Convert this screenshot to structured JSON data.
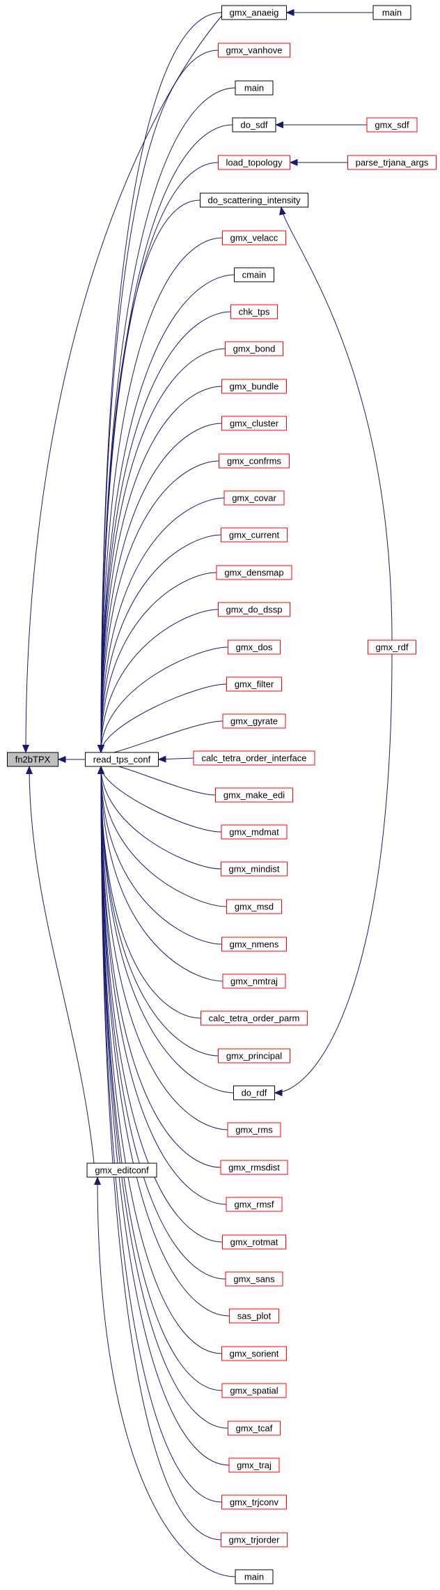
{
  "colors": {
    "edge": "#191970",
    "border_red": "#ff0000",
    "border_black": "#000000",
    "focus_fill": "#bfbfbf",
    "text": "#000000"
  },
  "nodes": [
    {
      "id": "fn2btpx",
      "label": "fn2bTPX",
      "style": "focus"
    },
    {
      "id": "read_tps_conf",
      "label": "read_tps_conf",
      "style": "black"
    },
    {
      "id": "gmx_editconf",
      "label": "gmx_editconf",
      "style": "black"
    },
    {
      "id": "gmx_anaeig",
      "label": "gmx_anaeig",
      "style": "black"
    },
    {
      "id": "gmx_vanhove",
      "label": "gmx_vanhove",
      "style": "red"
    },
    {
      "id": "main_1",
      "label": "main",
      "style": "black"
    },
    {
      "id": "do_sdf",
      "label": "do_sdf",
      "style": "black"
    },
    {
      "id": "load_topology",
      "label": "load_topology",
      "style": "red"
    },
    {
      "id": "do_scattering_intensity",
      "label": "do_scattering_intensity",
      "style": "black"
    },
    {
      "id": "gmx_velacc",
      "label": "gmx_velacc",
      "style": "red"
    },
    {
      "id": "cmain",
      "label": "cmain",
      "style": "black"
    },
    {
      "id": "chk_tps",
      "label": "chk_tps",
      "style": "red"
    },
    {
      "id": "gmx_bond",
      "label": "gmx_bond",
      "style": "red"
    },
    {
      "id": "gmx_bundle",
      "label": "gmx_bundle",
      "style": "red"
    },
    {
      "id": "gmx_cluster",
      "label": "gmx_cluster",
      "style": "red"
    },
    {
      "id": "gmx_confrms",
      "label": "gmx_confrms",
      "style": "red"
    },
    {
      "id": "gmx_covar",
      "label": "gmx_covar",
      "style": "red"
    },
    {
      "id": "gmx_current",
      "label": "gmx_current",
      "style": "red"
    },
    {
      "id": "gmx_densmap",
      "label": "gmx_densmap",
      "style": "red"
    },
    {
      "id": "gmx_do_dssp",
      "label": "gmx_do_dssp",
      "style": "red"
    },
    {
      "id": "gmx_dos",
      "label": "gmx_dos",
      "style": "red"
    },
    {
      "id": "gmx_filter",
      "label": "gmx_filter",
      "style": "red"
    },
    {
      "id": "gmx_gyrate",
      "label": "gmx_gyrate",
      "style": "red"
    },
    {
      "id": "calc_tetra_order_interface",
      "label": "calc_tetra_order_interface",
      "style": "red"
    },
    {
      "id": "gmx_make_edi",
      "label": "gmx_make_edi",
      "style": "red"
    },
    {
      "id": "gmx_mdmat",
      "label": "gmx_mdmat",
      "style": "red"
    },
    {
      "id": "gmx_mindist",
      "label": "gmx_mindist",
      "style": "red"
    },
    {
      "id": "gmx_msd",
      "label": "gmx_msd",
      "style": "red"
    },
    {
      "id": "gmx_nmens",
      "label": "gmx_nmens",
      "style": "red"
    },
    {
      "id": "gmx_nmtraj",
      "label": "gmx_nmtraj",
      "style": "red"
    },
    {
      "id": "calc_tetra_order_parm",
      "label": "calc_tetra_order_parm",
      "style": "red"
    },
    {
      "id": "gmx_principal",
      "label": "gmx_principal",
      "style": "red"
    },
    {
      "id": "do_rdf",
      "label": "do_rdf",
      "style": "black"
    },
    {
      "id": "gmx_rms",
      "label": "gmx_rms",
      "style": "red"
    },
    {
      "id": "gmx_rmsdist",
      "label": "gmx_rmsdist",
      "style": "red"
    },
    {
      "id": "gmx_rmsf",
      "label": "gmx_rmsf",
      "style": "red"
    },
    {
      "id": "gmx_rotmat",
      "label": "gmx_rotmat",
      "style": "red"
    },
    {
      "id": "gmx_sans",
      "label": "gmx_sans",
      "style": "red"
    },
    {
      "id": "sas_plot",
      "label": "sas_plot",
      "style": "red"
    },
    {
      "id": "gmx_sorient",
      "label": "gmx_sorient",
      "style": "red"
    },
    {
      "id": "gmx_spatial",
      "label": "gmx_spatial",
      "style": "red"
    },
    {
      "id": "gmx_tcaf",
      "label": "gmx_tcaf",
      "style": "red"
    },
    {
      "id": "gmx_traj",
      "label": "gmx_traj",
      "style": "red"
    },
    {
      "id": "gmx_trjconv",
      "label": "gmx_trjconv",
      "style": "red"
    },
    {
      "id": "gmx_trjorder",
      "label": "gmx_trjorder",
      "style": "red"
    },
    {
      "id": "main_2",
      "label": "main",
      "style": "black"
    },
    {
      "id": "main_3",
      "label": "main",
      "style": "black"
    },
    {
      "id": "gmx_sdf",
      "label": "gmx_sdf",
      "style": "red"
    },
    {
      "id": "parse_trjana_args",
      "label": "parse_trjana_args",
      "style": "red"
    },
    {
      "id": "gmx_rdf",
      "label": "gmx_rdf",
      "style": "red"
    }
  ],
  "edges": [
    {
      "from": "read_tps_conf",
      "to": "fn2btpx"
    },
    {
      "from": "gmx_editconf",
      "to": "fn2btpx"
    },
    {
      "from": "gmx_anaeig",
      "to": "fn2btpx"
    },
    {
      "from": "main_2",
      "to": "gmx_editconf"
    },
    {
      "from": "main_3",
      "to": "gmx_anaeig"
    },
    {
      "from": "gmx_sdf",
      "to": "do_sdf"
    },
    {
      "from": "parse_trjana_args",
      "to": "load_topology"
    },
    {
      "from": "gmx_rdf",
      "to": "do_scattering_intensity"
    },
    {
      "from": "gmx_rdf",
      "to": "do_rdf"
    },
    {
      "from": "gmx_anaeig",
      "to": "read_tps_conf"
    },
    {
      "from": "gmx_vanhove",
      "to": "read_tps_conf"
    },
    {
      "from": "main_1",
      "to": "read_tps_conf"
    },
    {
      "from": "do_sdf",
      "to": "read_tps_conf"
    },
    {
      "from": "load_topology",
      "to": "read_tps_conf"
    },
    {
      "from": "do_scattering_intensity",
      "to": "read_tps_conf"
    },
    {
      "from": "gmx_velacc",
      "to": "read_tps_conf"
    },
    {
      "from": "cmain",
      "to": "read_tps_conf"
    },
    {
      "from": "chk_tps",
      "to": "read_tps_conf"
    },
    {
      "from": "gmx_bond",
      "to": "read_tps_conf"
    },
    {
      "from": "gmx_bundle",
      "to": "read_tps_conf"
    },
    {
      "from": "gmx_cluster",
      "to": "read_tps_conf"
    },
    {
      "from": "gmx_confrms",
      "to": "read_tps_conf"
    },
    {
      "from": "gmx_covar",
      "to": "read_tps_conf"
    },
    {
      "from": "gmx_current",
      "to": "read_tps_conf"
    },
    {
      "from": "gmx_densmap",
      "to": "read_tps_conf"
    },
    {
      "from": "gmx_do_dssp",
      "to": "read_tps_conf"
    },
    {
      "from": "gmx_dos",
      "to": "read_tps_conf"
    },
    {
      "from": "gmx_filter",
      "to": "read_tps_conf"
    },
    {
      "from": "gmx_gyrate",
      "to": "read_tps_conf"
    },
    {
      "from": "calc_tetra_order_interface",
      "to": "read_tps_conf"
    },
    {
      "from": "gmx_make_edi",
      "to": "read_tps_conf"
    },
    {
      "from": "gmx_mdmat",
      "to": "read_tps_conf"
    },
    {
      "from": "gmx_mindist",
      "to": "read_tps_conf"
    },
    {
      "from": "gmx_msd",
      "to": "read_tps_conf"
    },
    {
      "from": "gmx_nmens",
      "to": "read_tps_conf"
    },
    {
      "from": "gmx_nmtraj",
      "to": "read_tps_conf"
    },
    {
      "from": "calc_tetra_order_parm",
      "to": "read_tps_conf"
    },
    {
      "from": "gmx_principal",
      "to": "read_tps_conf"
    },
    {
      "from": "do_rdf",
      "to": "read_tps_conf"
    },
    {
      "from": "gmx_rms",
      "to": "read_tps_conf"
    },
    {
      "from": "gmx_rmsdist",
      "to": "read_tps_conf"
    },
    {
      "from": "gmx_rmsf",
      "to": "read_tps_conf"
    },
    {
      "from": "gmx_rotmat",
      "to": "read_tps_conf"
    },
    {
      "from": "gmx_sans",
      "to": "read_tps_conf"
    },
    {
      "from": "sas_plot",
      "to": "read_tps_conf"
    },
    {
      "from": "gmx_sorient",
      "to": "read_tps_conf"
    },
    {
      "from": "gmx_spatial",
      "to": "read_tps_conf"
    },
    {
      "from": "gmx_tcaf",
      "to": "read_tps_conf"
    },
    {
      "from": "gmx_traj",
      "to": "read_tps_conf"
    },
    {
      "from": "gmx_trjconv",
      "to": "read_tps_conf"
    },
    {
      "from": "gmx_trjorder",
      "to": "read_tps_conf"
    }
  ]
}
